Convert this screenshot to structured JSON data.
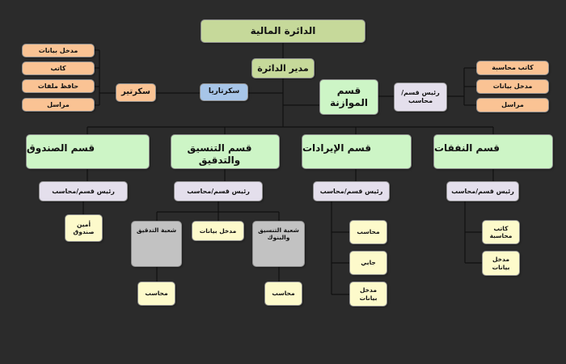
{
  "diagram": {
    "title": "الدائرة المالية",
    "director": "مدير الدائرة",
    "secretariat": "سكرتاريا",
    "secretary": "سكرتير",
    "secretary_subs": [
      "مدخل بيانات",
      "كاتب",
      "حافظ ملفات",
      "مراسل"
    ],
    "budget": {
      "name": "قسم الموازنة",
      "head": "رئيس قسم/محاسب",
      "subs": [
        "كاتب محاسبة",
        "مدخل بيانات",
        "مراسل"
      ]
    },
    "departments": {
      "fund": {
        "name": "قسم الصندوق",
        "head": "رئيس قسم/محاسب",
        "subs": [
          "أمين صندوق"
        ]
      },
      "coordination": {
        "name": "قسم التنسيق والتدقيق",
        "head": "رئيس قسم/محاسب",
        "audit_div": "شعبة التدقيق",
        "data_entry": "مدخل بيانات",
        "banks_div": "شعبة التنسيق والبنوك",
        "audit_accountant": "محاسب",
        "banks_accountant": "محاسب"
      },
      "revenues": {
        "name": "قسم الإيرادات",
        "head": "رئيس قسم/محاسب",
        "subs": [
          "محاسب",
          "جابي",
          "مدخل بيانات"
        ]
      },
      "expenses": {
        "name": "قسم النفقات",
        "head": "رئيس قسم/محاسب",
        "subs": [
          "كاتب محاسبة",
          "مدخل بيانات"
        ]
      }
    },
    "colors": {
      "background": "#2b2b2b",
      "title_green": "#c6d99a",
      "secretariat_blue": "#a7c5e8",
      "staff_orange": "#fac394",
      "department_green": "#cdf5c6",
      "head_lavender": "#e4dfec",
      "staff_yellow": "#fdfacb",
      "division_gray": "#c2c2c2"
    }
  }
}
